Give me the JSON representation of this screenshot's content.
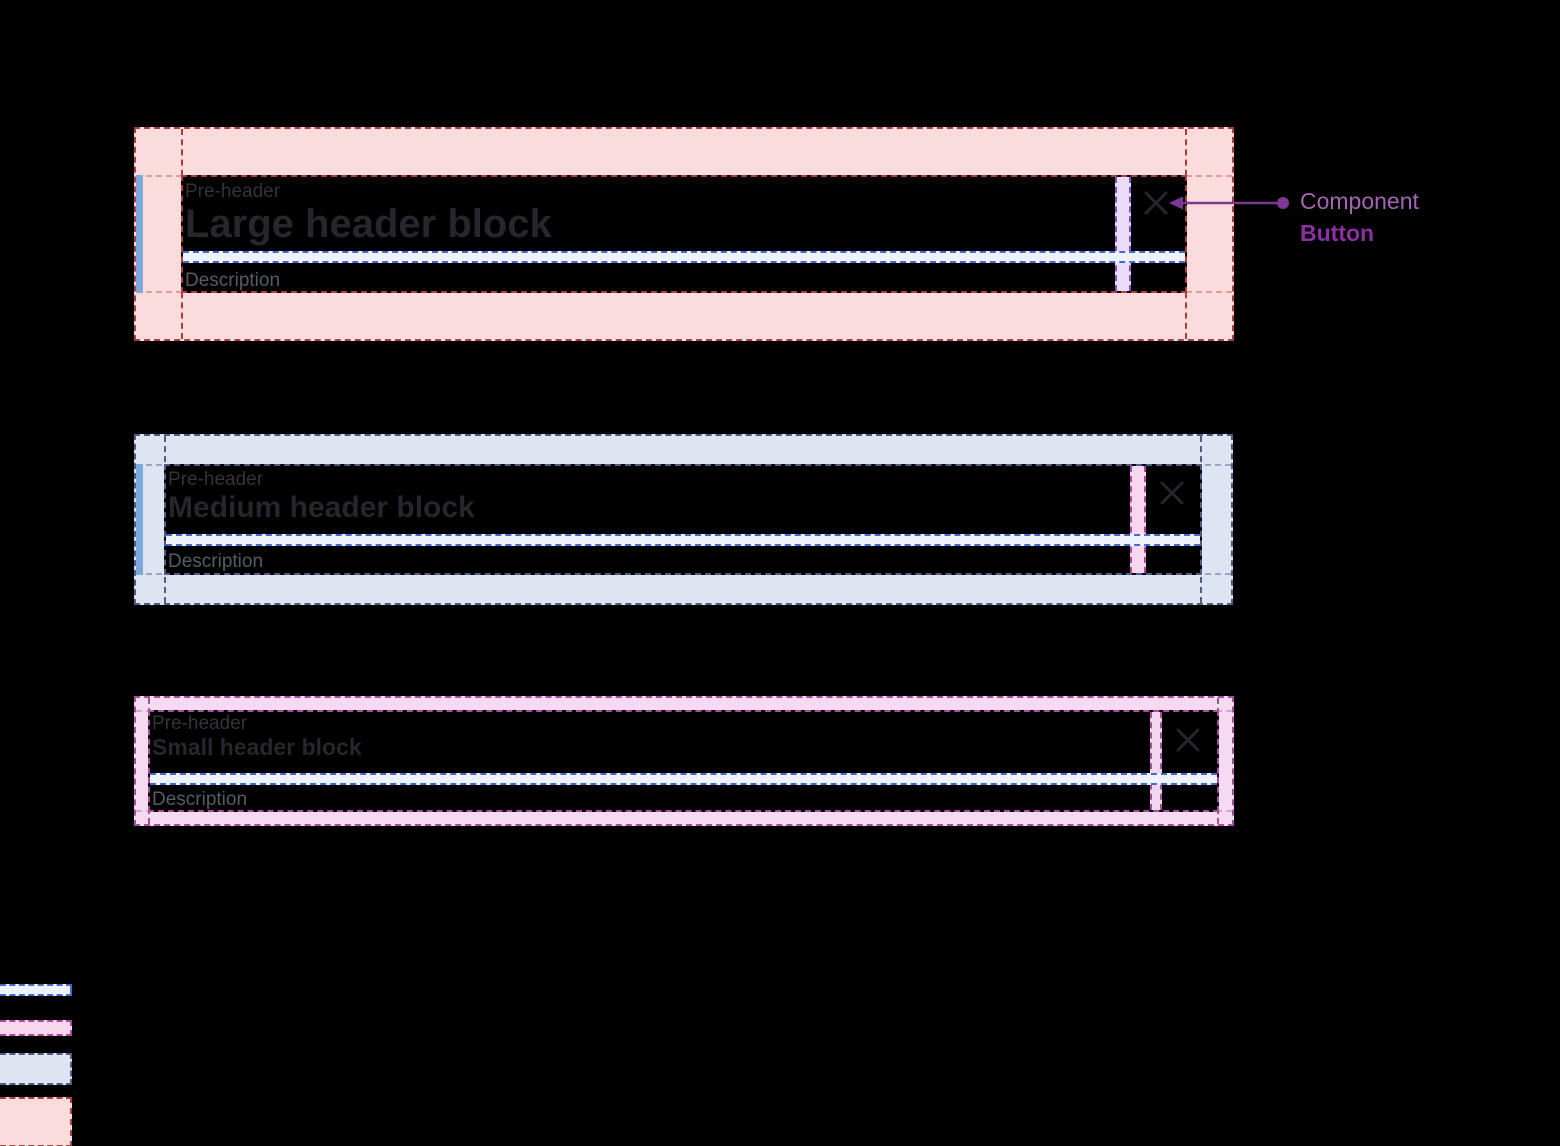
{
  "blocks": [
    {
      "size": "large",
      "preheader": "Pre-header",
      "title": "Large header block",
      "description": "Description"
    },
    {
      "size": "medium",
      "preheader": "Pre-header",
      "title": "Medium header block",
      "description": "Description"
    },
    {
      "size": "small",
      "preheader": "Pre-header",
      "title": "Small header block",
      "description": "Description"
    }
  ],
  "annotation": {
    "callout_line1": "Component",
    "callout_line2": "Button",
    "points_to": "close-button"
  },
  "icons": {
    "close": "close-icon"
  },
  "colors": {
    "page_background": "#000000",
    "padding_large": "#fbdcdc",
    "border_large": "#ac3e3e",
    "guide_large": "#e59c9c",
    "padding_medium": "#dfe4f3",
    "border_medium": "#4e5d82",
    "guide_medium": "#97a4c6",
    "padding_small": "#f6daf2",
    "border_small": "#a24f9e",
    "guide_small": "#d5a3d0",
    "gap_strip_white": "#edf2fc",
    "gap_strip_white_border": "#4569cd",
    "gap_strip_purple": "#eadcf8",
    "gap_strip_purple_border": "#8152bf",
    "gap_strip_pink": "#f8d6ee",
    "gap_strip_pink_border": "#b0479e",
    "accent_bar": "#7ca8db",
    "title_text": "#26262c",
    "preheader_text": "#33333b",
    "description_text": "#565b65",
    "close_icon": "#26262d",
    "annotation_line": "#7c3897",
    "annotation_text": "#a763b7",
    "annotation_text_bold": "#8c2fa5"
  },
  "legend": {
    "items": [
      {
        "swatch": "gap-8",
        "fill": "#edf2fc",
        "border": "#4569cd"
      },
      {
        "swatch": "gap-16",
        "fill": "#f8d6ee",
        "border": "#b0479e"
      },
      {
        "swatch": "gap-32",
        "fill": "#dfe4f3",
        "border": "#4e5d82"
      },
      {
        "swatch": "gap-48",
        "fill": "#fbdcdc",
        "border": "#ac3e3e"
      }
    ]
  }
}
